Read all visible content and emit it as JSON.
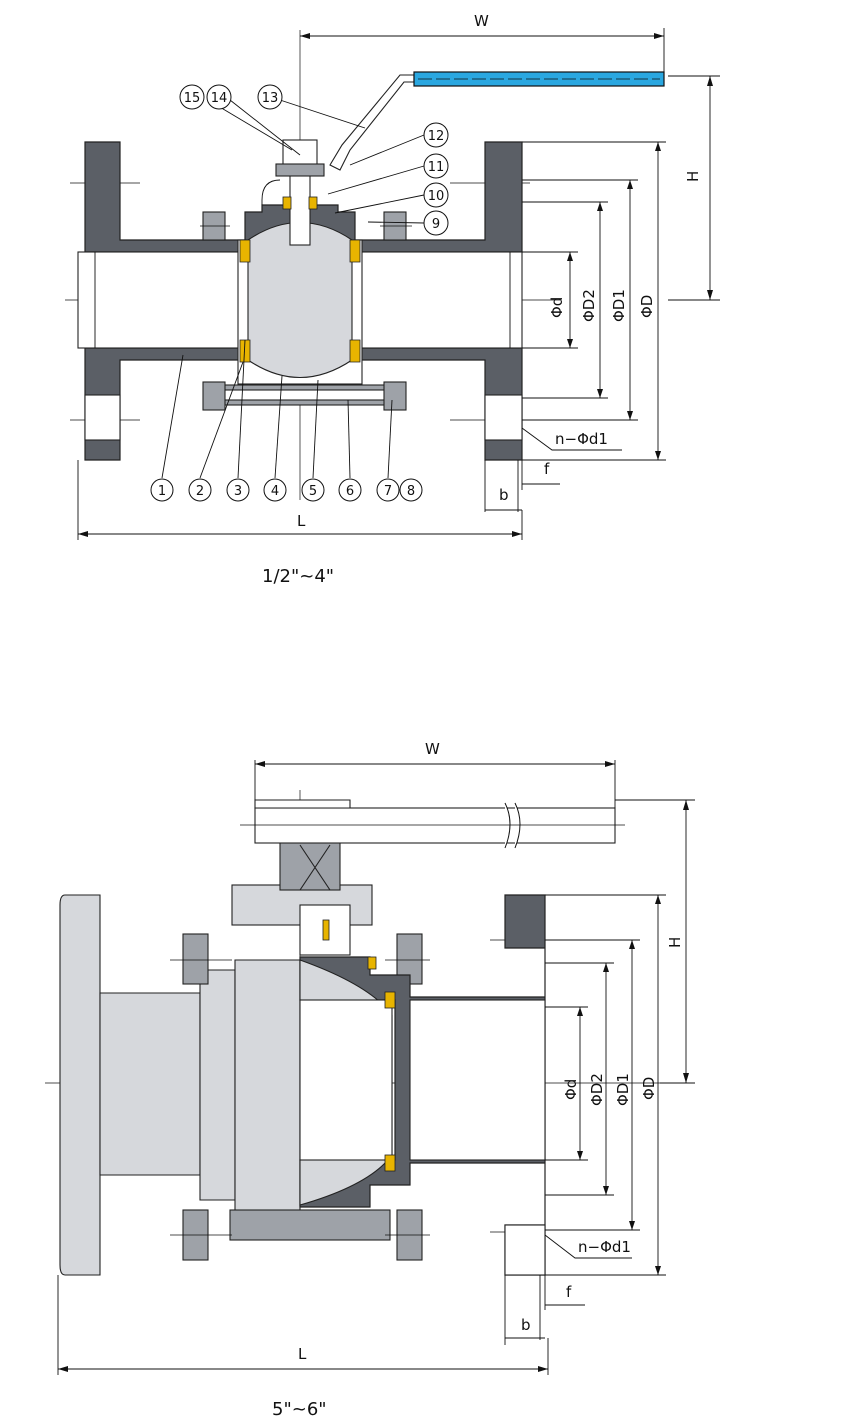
{
  "diagrams": [
    {
      "caption": "1/2\"~4\"",
      "dimensions": {
        "W": "W",
        "H": "H",
        "L": "L",
        "b": "b",
        "f": "f",
        "d": "Φd",
        "D2": "ΦD2",
        "D1": "ΦD1",
        "D": "ΦD",
        "bolt_holes": "n−Φd1"
      },
      "part_numbers": {
        "p1": "1",
        "p2": "2",
        "p3": "3",
        "p4": "4",
        "p5": "5",
        "p6": "6",
        "p7": "7",
        "p8": "8",
        "p9": "9",
        "p10": "10",
        "p11": "11",
        "p12": "12",
        "p13": "13",
        "p14": "14",
        "p15": "15"
      }
    },
    {
      "caption": "5\"~6\"",
      "dimensions": {
        "W": "W",
        "H": "H",
        "L": "L",
        "b": "b",
        "f": "f",
        "d": "Φd",
        "D2": "ΦD2",
        "D1": "ΦD1",
        "D": "ΦD",
        "bolt_holes": "n−Φd1"
      }
    }
  ],
  "colors": {
    "body": "#5b5f66",
    "seat": "#e8b400",
    "handle_sleeve": "#2aa7e0"
  }
}
